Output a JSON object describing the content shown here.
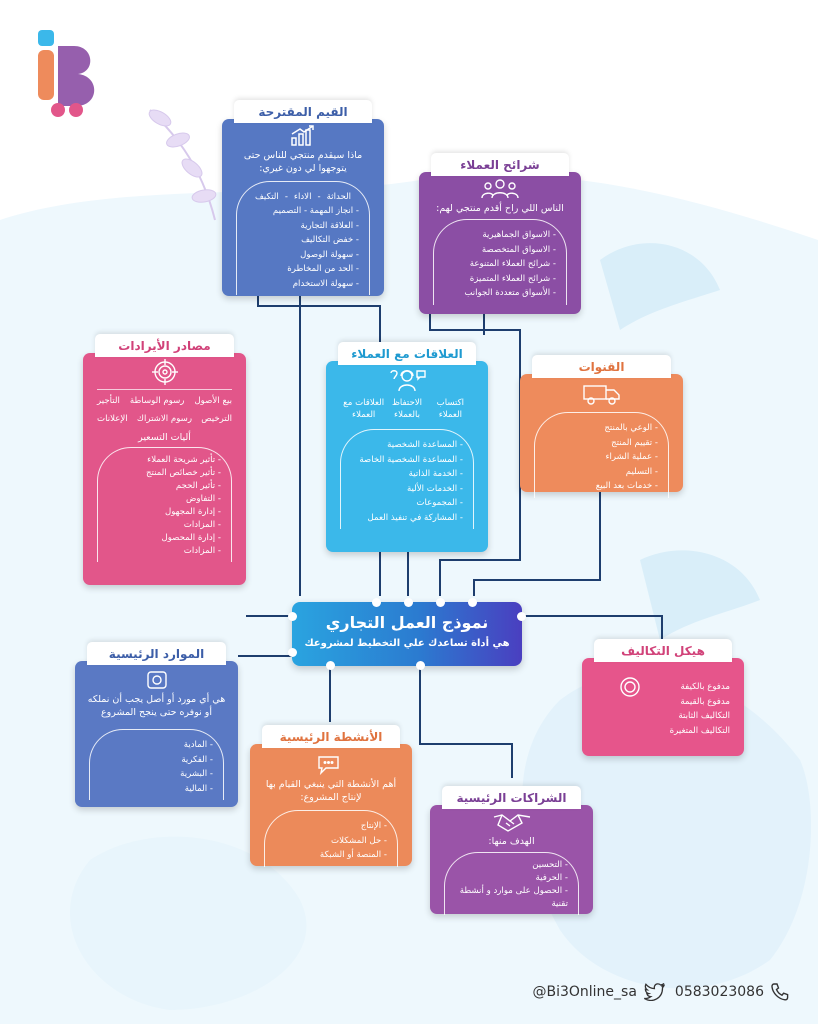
{
  "colors": {
    "value_prop": "#5678c3",
    "segments": "#8b4ea4",
    "revenue": "#e2568a",
    "relationships": "#3bb8ea",
    "channels": "#ee8b5c",
    "costs": "#e6558b",
    "resources": "#5a79c4",
    "activities": "#ec8a5a",
    "partners": "#9a54a8",
    "connector": "#1e3e6e"
  },
  "center": {
    "title": "نموذج العمل التجاري",
    "subtitle": "هي أداة تساعدك علي التخطيط لمشروعك"
  },
  "value_prop": {
    "title": "القيم المقترحة",
    "icon": "growth-chart-icon",
    "question": "ماذا سيقدم منتجي للناس حتى يتوجهوا لي دون غيري:",
    "row1": [
      "الحداثة",
      "الاداء",
      "التكيف"
    ],
    "items": [
      "انجاز المهمة - التصميم",
      "العلاقة التجارية",
      "خفض التكاليف",
      "سهولة الوصول",
      "الحد من المخاطرة",
      "سهولة الاستخدام"
    ]
  },
  "segments": {
    "title": "شرائح العملاء",
    "icon": "people-group-icon",
    "question": "الناس اللي راح أقدم منتجي لهم:",
    "items": [
      "الاسواق الجماهيرية",
      "الاسواق المتخصصة",
      "شرائح العملاء المتنوعة",
      "شرائح العملاء المتميزة",
      "الأسواق متعددة الجوانب"
    ]
  },
  "revenue": {
    "title": "مصادر الأيرادات",
    "icon": "target-icon",
    "row1": [
      "بيع الأصول",
      "رسوم الوساطة",
      "التأجير"
    ],
    "row2": [
      "الترخيص",
      "رسوم الاشتراك",
      "الإعلانات"
    ],
    "pricing_title": "أليات التسعير",
    "items": [
      "تأثير شريحة العملاء",
      "تأثير خصائص المنتج",
      "تأثير الحجم",
      "التفاوض",
      "إدارة المجهول",
      "المزادات",
      "إدارة المحصول",
      "المزادات"
    ]
  },
  "relationships": {
    "title": "العلاقات مع العملاء",
    "icon": "customer-support-icon",
    "cols": [
      "اكتساب العملاء",
      "الاحتفاظ بالعملاء",
      "العلاقات مع العملاء"
    ],
    "items": [
      "المساعدة الشخصية",
      "المساعدة الشخصية الخاصة",
      "الخدمة الذاتية",
      "الخدمات الألية",
      "المجموعات",
      "المشاركة في تنفيذ العمل"
    ]
  },
  "channels": {
    "title": "القنوات",
    "icon": "delivery-truck-icon",
    "items": [
      "الوعي بالمنتج",
      "تقييم المنتج",
      "عملية الشراء",
      "التسليم",
      "خدمات بعد البيع"
    ]
  },
  "costs": {
    "title": "هيكل التكاليف",
    "icon": "coins-icon",
    "items": [
      "مدفوع بالكيفة",
      "مدفوع بالقيمة",
      "التكاليف الثابتة",
      "التكاليف المتغيرة"
    ]
  },
  "resources": {
    "title": "الموارد الرئيسية",
    "icon": "resource-box-icon",
    "question": "هي أي مورد أو أصل يجب أن نملكه أو نوفره حتى ينجح المشروع",
    "items": [
      "المادية",
      "الفكرية",
      "البشرية",
      "المالية"
    ]
  },
  "activities": {
    "title": "الأنشطة الرئيسية",
    "icon": "chat-bubble-icon",
    "question": "أهم الأنشطة التي ينبغي القيام بها لإنتاج المشروع:",
    "items": [
      "الإنتاج",
      "حل المشكلات",
      "المنصة أو الشبكة"
    ]
  },
  "partners": {
    "title": "الشراكات الرئيسية",
    "icon": "handshake-icon",
    "question": "الهدف منها:",
    "items": [
      "التحسين",
      "الحرفية",
      "الحصول على موارد و أنشطة تقنية"
    ]
  },
  "footer": {
    "phone": "0583023086",
    "twitter": "@Bi3Online_sa",
    "phone_icon": "phone-icon",
    "twitter_icon": "twitter-icon"
  }
}
